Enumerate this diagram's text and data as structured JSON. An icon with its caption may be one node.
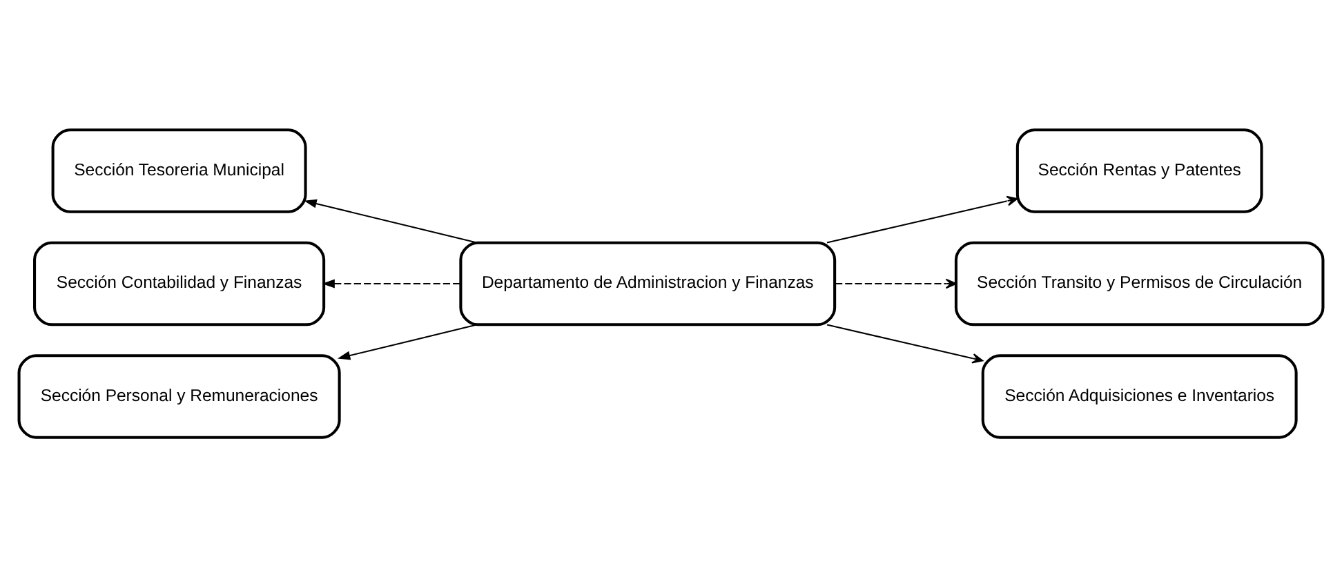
{
  "diagram": {
    "nodes": [
      {
        "text": [
          "Departamento de Administracion y Finanzas"
        ]
      },
      {
        "text": [
          "Sección Tesoreria Municipal"
        ]
      },
      {
        "text": [
          "Sección Rentas y Patentes"
        ]
      },
      {
        "text": [
          "Sección Contabilidad y Finanzas"
        ]
      },
      {
        "text": [
          "Sección Transito y Permisos de Circulación"
        ]
      },
      {
        "text": [
          "Sección Personal y Remuneraciones"
        ]
      },
      {
        "text": [
          "Sección Adquisiciones e Inventarios"
        ]
      }
    ],
    "edges": [
      {
        "from": 0,
        "to": 1,
        "arrow": "to"
      },
      {
        "from": 0,
        "to": 2,
        "arrow": "to"
      },
      {
        "from": 0,
        "to": 3,
        "arrow": "to",
        "style": "dashed"
      },
      {
        "from": 0,
        "to": 4,
        "arrow": "to",
        "style": "dashed"
      },
      {
        "from": 0,
        "to": 5,
        "arrow": "to"
      },
      {
        "from": 0,
        "to": 6,
        "arrow": "to"
      }
    ]
  }
}
